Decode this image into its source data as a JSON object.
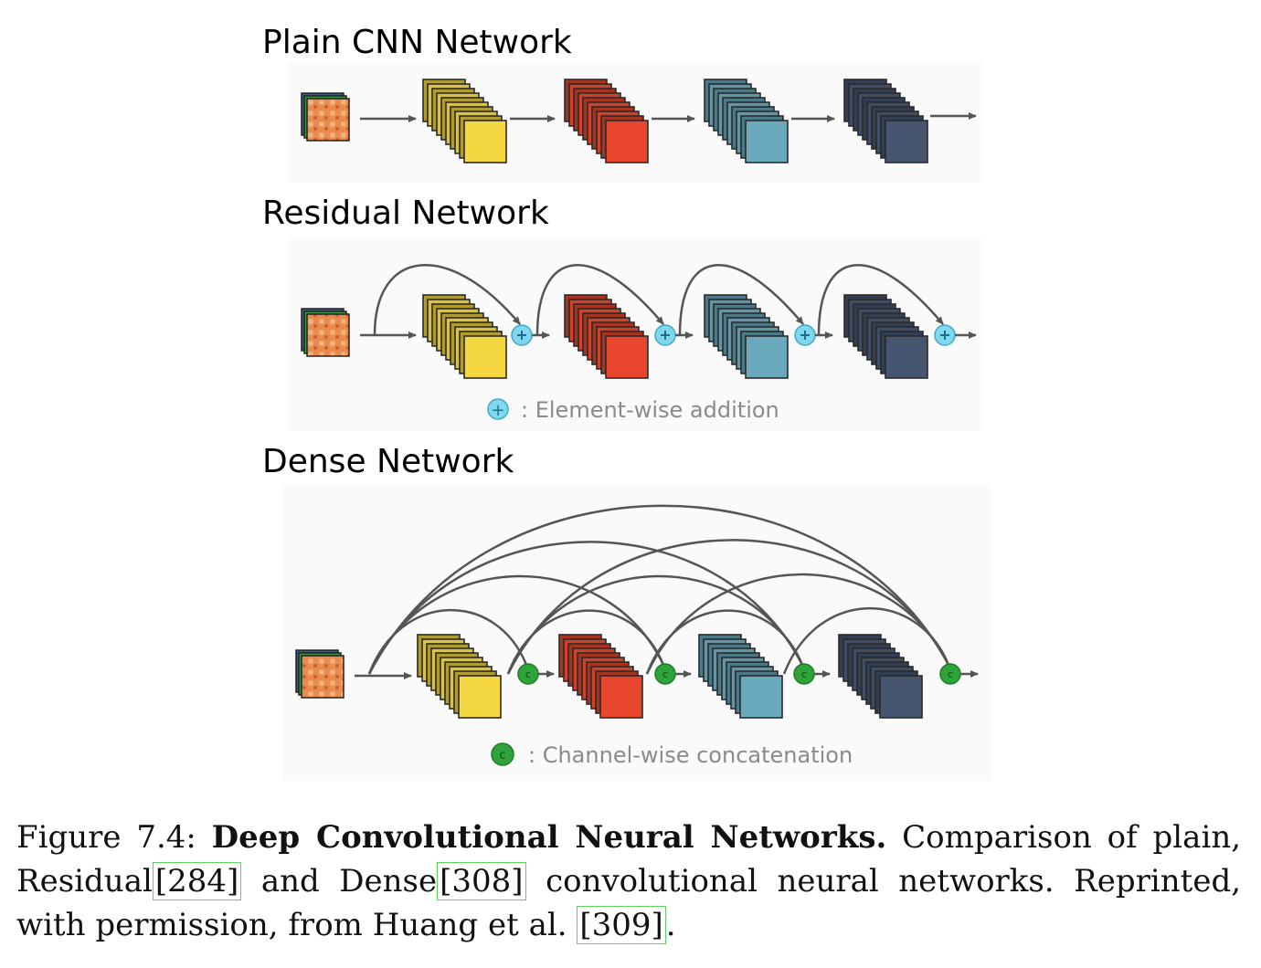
{
  "diagrams": {
    "plain": {
      "title": "Plain CNN Network"
    },
    "residual": {
      "title": "Residual Network",
      "legend": ": Element-wise addition",
      "legend_symbol": "+"
    },
    "dense": {
      "title": "Dense Network",
      "legend": ": Channel-wise concatenation",
      "legend_symbol": "c"
    }
  },
  "block_colors": [
    "#f5d742",
    "#e8472e",
    "#6aa8bb",
    "#465670"
  ],
  "caption": {
    "prefix": "Figure 7.4:",
    "bold": "Deep Convolutional Neural Networks.",
    "text1": "Comparison of plain,",
    "text2": "Residual",
    "cite1": "[284]",
    "text3": "and Dense",
    "cite2": "[308]",
    "text4": "convolutional neural networks. Reprinted, with permission, from Huang et al.",
    "cite3": "[309]",
    "text5": "."
  }
}
